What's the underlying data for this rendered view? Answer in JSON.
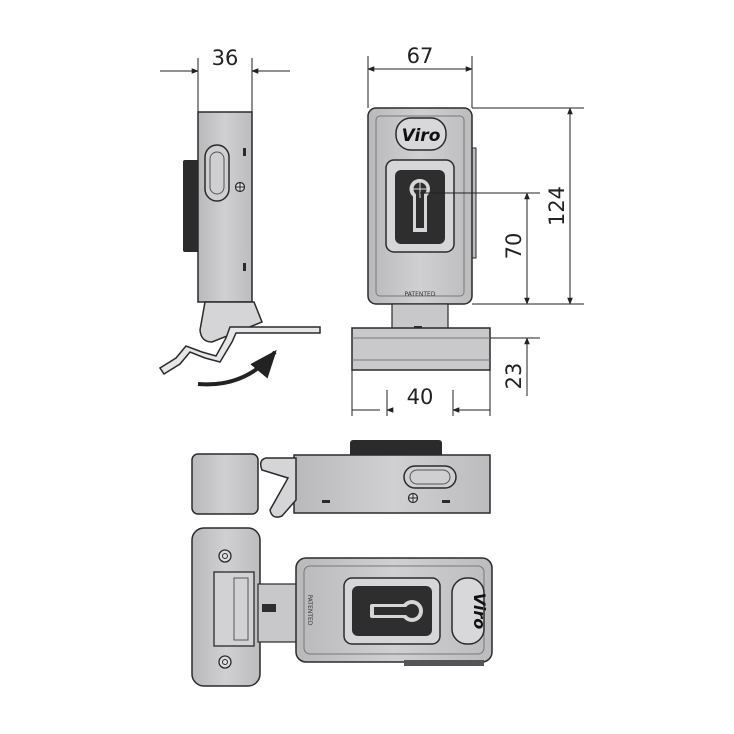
{
  "dimensions": {
    "side_width": "36",
    "front_width": "67",
    "total_height": "124",
    "cylinder_height": "70",
    "keeper_height": "23",
    "keeper_width": "40"
  },
  "brand": {
    "name": "Viro",
    "patent_mark": "PATENTED"
  },
  "colors": {
    "body": "#c4c4c6",
    "outline": "#2a2a2a",
    "dark": "#2e2e2e"
  }
}
